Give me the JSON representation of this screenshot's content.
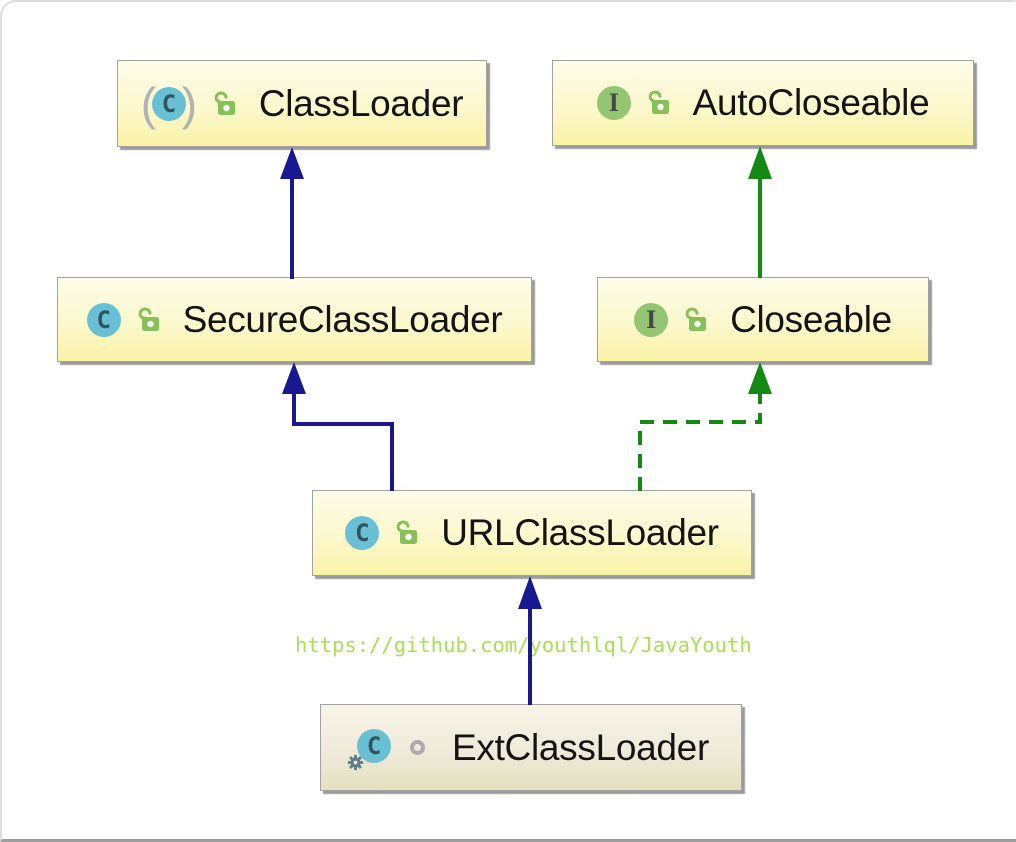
{
  "diagram": {
    "kind": "uml-class-diagram",
    "nodes": [
      {
        "id": "ClassLoader",
        "label": "ClassLoader",
        "stereotype": "abstract-class",
        "visibility": "public"
      },
      {
        "id": "AutoCloseable",
        "label": "AutoCloseable",
        "stereotype": "interface",
        "visibility": "public"
      },
      {
        "id": "SecureClassLoader",
        "label": "SecureClassLoader",
        "stereotype": "class",
        "visibility": "public"
      },
      {
        "id": "Closeable",
        "label": "Closeable",
        "stereotype": "interface",
        "visibility": "public"
      },
      {
        "id": "URLClassLoader",
        "label": "URLClassLoader",
        "stereotype": "class",
        "visibility": "public"
      },
      {
        "id": "ExtClassLoader",
        "label": "ExtClassLoader",
        "stereotype": "static-nested-class",
        "visibility": "package-private"
      }
    ],
    "icon_letters": {
      "class": "C",
      "interface": "I"
    },
    "paren": {
      "left": "(",
      "right": ")"
    },
    "edges": [
      {
        "from": "SecureClassLoader",
        "to": "ClassLoader",
        "relation": "extends",
        "style": "solid"
      },
      {
        "from": "URLClassLoader",
        "to": "SecureClassLoader",
        "relation": "extends",
        "style": "solid"
      },
      {
        "from": "ExtClassLoader",
        "to": "URLClassLoader",
        "relation": "extends",
        "style": "solid"
      },
      {
        "from": "Closeable",
        "to": "AutoCloseable",
        "relation": "extends",
        "style": "solid"
      },
      {
        "from": "URLClassLoader",
        "to": "Closeable",
        "relation": "implements",
        "style": "dashed"
      }
    ],
    "watermark": {
      "text": "https://github.com/youthlql/JavaYouth",
      "color": "#abdd55"
    },
    "colors": {
      "extends_arrow": "#181890",
      "interface_arrow": "#148a14",
      "lock_green": "#86c05a",
      "class_icon_bg": "#69c0d4",
      "interface_icon_bg": "#93c573",
      "node_fill_bottom": "#faf3a6",
      "node_border": "#a2a2a2"
    }
  }
}
